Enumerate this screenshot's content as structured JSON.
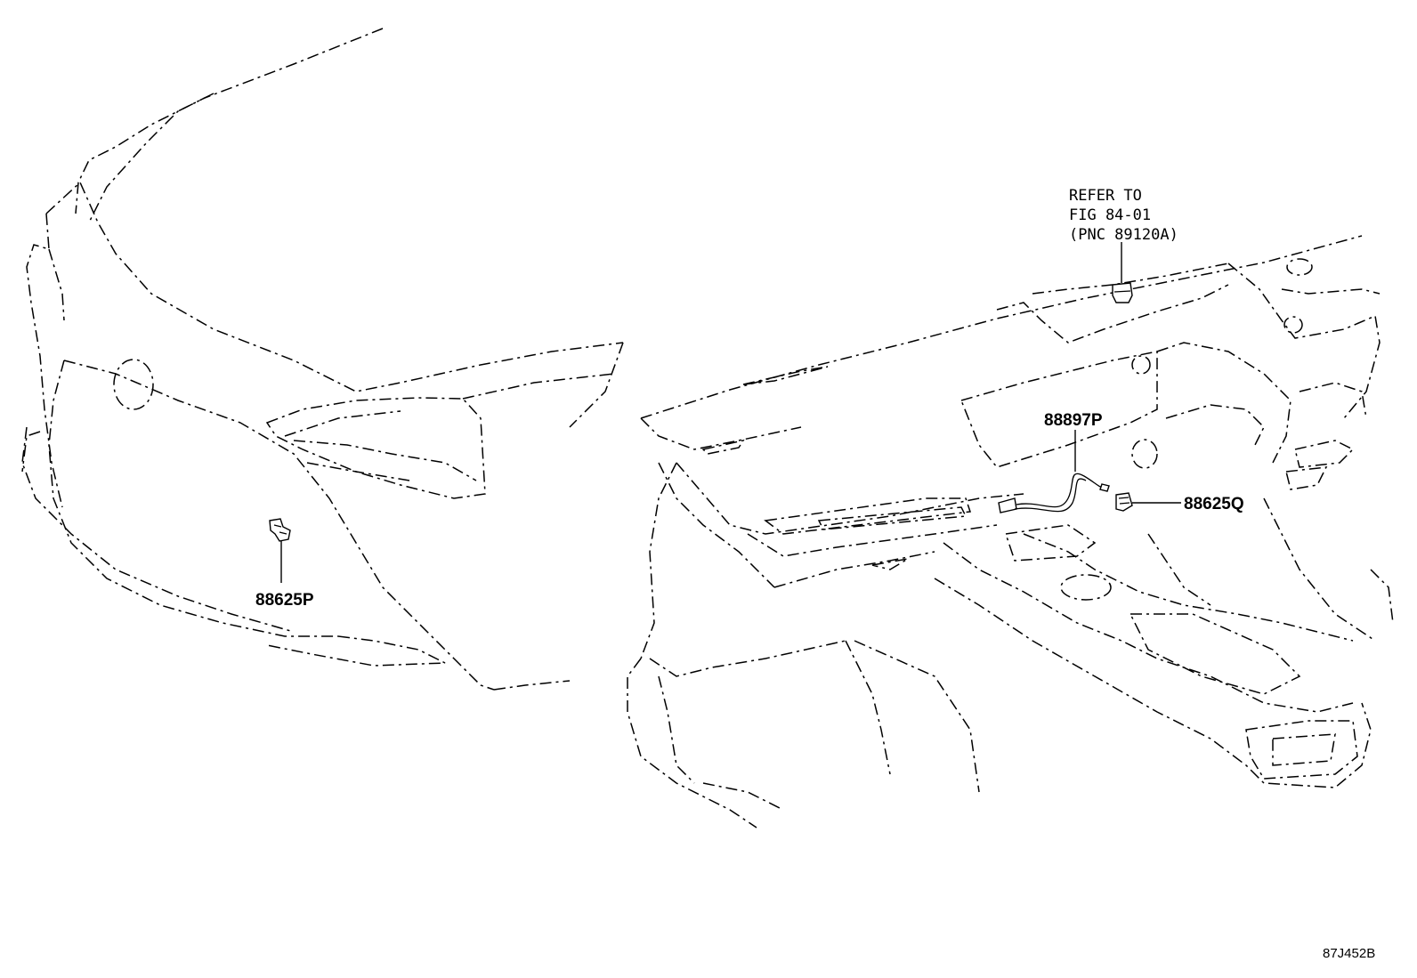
{
  "note": {
    "lines": [
      "REFER TO",
      "FIG 84-01",
      "(PNC 89120A)"
    ]
  },
  "callouts": {
    "front_sensor": "88625P",
    "cabin_wire": "88897P",
    "cabin_sensor": "88625Q"
  },
  "figure_id": "87J452B",
  "icons": [
    "front-sensor-icon",
    "cabin-sensor-icon",
    "rain-sensor-icon",
    "wire-harness-icon"
  ]
}
